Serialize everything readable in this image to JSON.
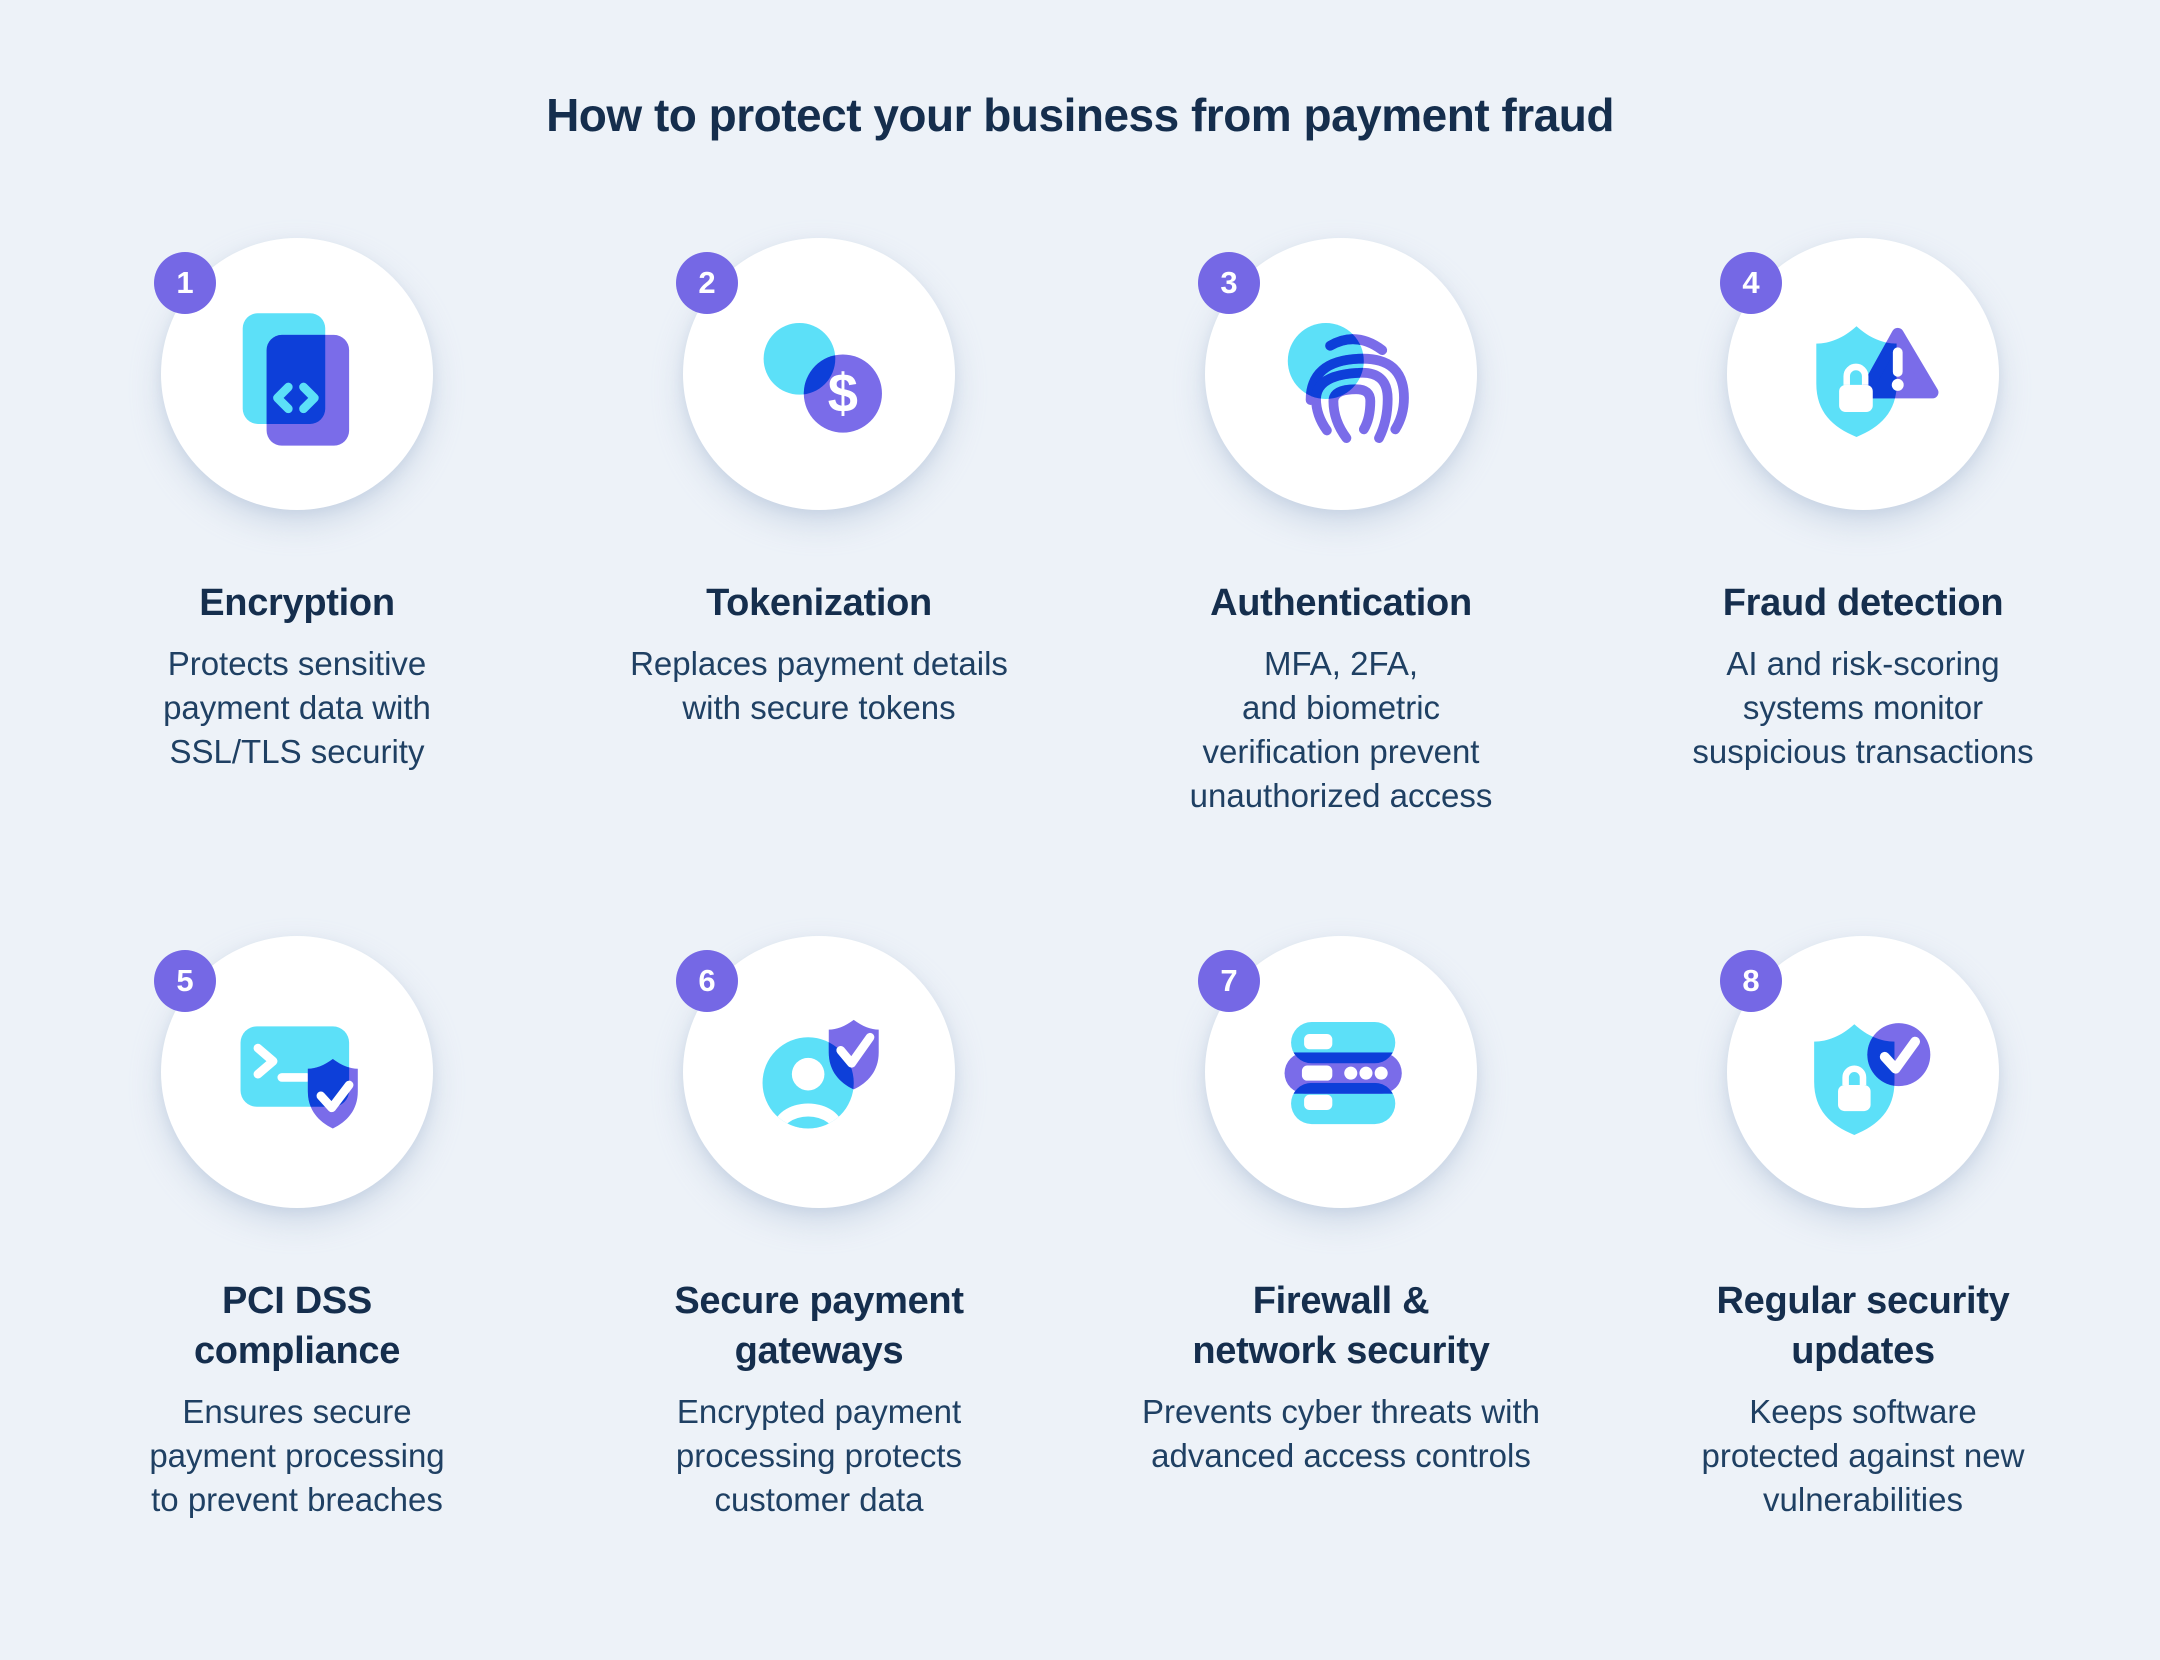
{
  "page": {
    "title": "How to protect your business from payment fraud"
  },
  "colors": {
    "cyan": "#5CE0F8",
    "purple": "#7A6CE9",
    "badge_purple": "#7568E5",
    "dark_blue": "#0D3FD9",
    "title_navy": "#152E4D",
    "body_navy": "#1F4063",
    "page_bg": "#EDF2F8"
  },
  "items": [
    {
      "number": "1",
      "icon": "code-documents-icon",
      "title": "Encryption",
      "description": [
        "Protects sensitive",
        "payment data with",
        "SSL/TLS security"
      ]
    },
    {
      "number": "2",
      "icon": "dollar-coin-icon",
      "title": "Tokenization",
      "description": [
        "Replaces payment details",
        "with secure tokens"
      ]
    },
    {
      "number": "3",
      "icon": "fingerprint-icon",
      "title": "Authentication",
      "description": [
        "MFA, 2FA,",
        "and biometric",
        "verification prevent",
        "unauthorized access"
      ]
    },
    {
      "number": "4",
      "icon": "shield-warning-icon",
      "title": "Fraud detection",
      "description": [
        "AI and risk-scoring",
        "systems monitor",
        "suspicious transactions"
      ]
    },
    {
      "number": "5",
      "icon": "terminal-shield-icon",
      "title": [
        "PCI DSS",
        "compliance"
      ],
      "description": [
        "Ensures secure",
        "payment processing",
        "to prevent breaches"
      ]
    },
    {
      "number": "6",
      "icon": "user-shield-icon",
      "title": [
        "Secure payment",
        "gateways"
      ],
      "description": [
        "Encrypted payment",
        "processing protects",
        "customer data"
      ]
    },
    {
      "number": "7",
      "icon": "server-stack-icon",
      "title": [
        "Firewall &",
        "network security"
      ],
      "description": [
        "Prevents cyber threats with",
        "advanced access controls"
      ]
    },
    {
      "number": "8",
      "icon": "shield-check-icon",
      "title": [
        "Regular security",
        "updates"
      ],
      "description": [
        "Keeps software",
        "protected against new",
        "vulnerabilities"
      ]
    }
  ]
}
